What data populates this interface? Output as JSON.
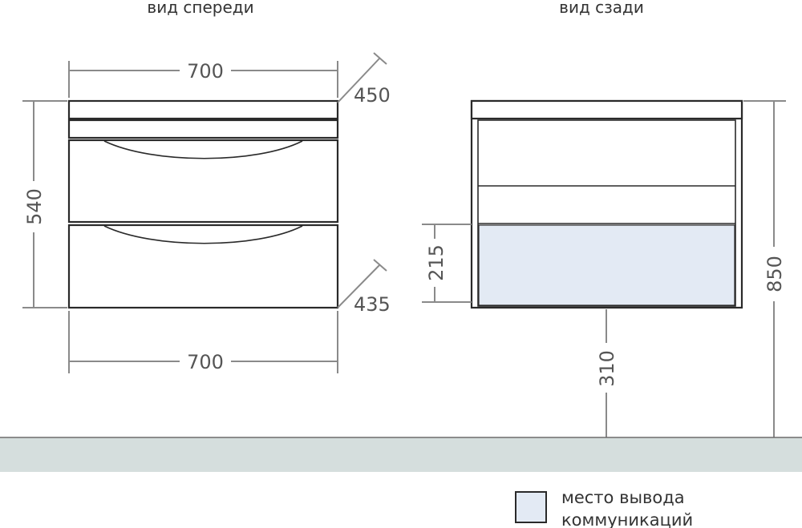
{
  "captions": {
    "front": "вид спереди",
    "back": "вид сзади"
  },
  "dimensions": {
    "front_top_width": "700",
    "front_bottom_width": "700",
    "top_depth": "450",
    "bottom_depth": "435",
    "front_height": "540",
    "back_zone_height": "215",
    "back_floor_gap": "310",
    "back_total_height": "850"
  },
  "legend": {
    "line1": "место вывода",
    "line2": "коммуникаций"
  },
  "colors": {
    "communication_zone": "#e3eaf4",
    "floor": "#d5dedd",
    "outline": "#2a2a2a",
    "dimension_line": "#8a8a8a"
  }
}
